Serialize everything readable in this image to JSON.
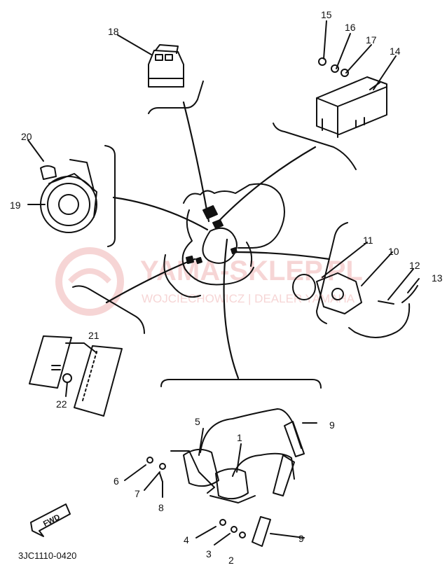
{
  "diagram": {
    "drawing_code": "3JC1110-0420",
    "direction_tag": "FWD",
    "watermark": {
      "title": "YAMA-SKLEP.PL",
      "subtitle": "WOJCIECHOWICZ | DEALER YAMAHA",
      "color": "#f0b4b4"
    },
    "callouts": {
      "c1": "1",
      "c2": "2",
      "c3": "3",
      "c4": "4",
      "c5": "5",
      "c6": "6",
      "c7": "7",
      "c8": "8",
      "c9a": "9",
      "c9b": "9",
      "c10": "10",
      "c11": "11",
      "c12": "12",
      "c13": "13",
      "c14": "14",
      "c15": "15",
      "c16": "16",
      "c17": "17",
      "c18": "18",
      "c19": "19",
      "c20": "20",
      "c21": "21",
      "c22": "22"
    }
  }
}
